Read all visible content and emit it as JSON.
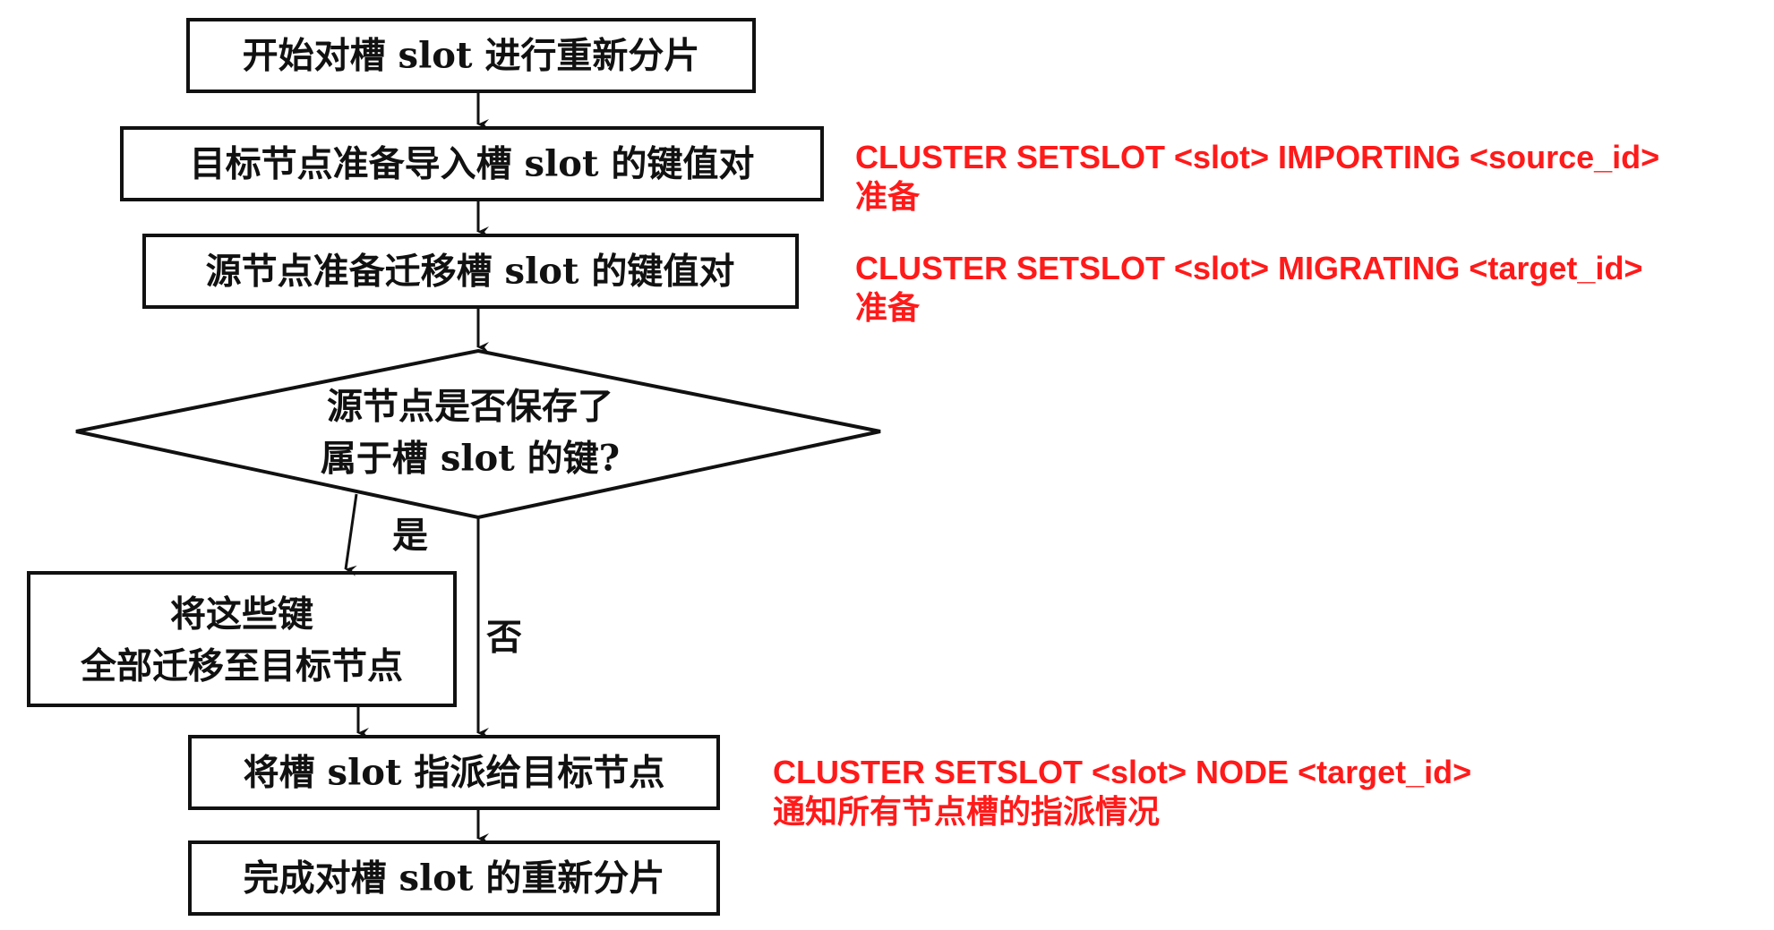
{
  "nodes": {
    "start": "开始对槽 slot 进行重新分片",
    "import": "目标节点准备导入槽 slot 的键值对",
    "migrate": "源节点准备迁移槽 slot 的键值对",
    "decision_line1": "源节点是否保存了",
    "decision_line2": "属于槽 slot 的键?",
    "move_line1": "将这些键",
    "move_line2": "全部迁移至目标节点",
    "assign": "将槽 slot 指派给目标节点",
    "done": "完成对槽 slot 的重新分片"
  },
  "edges": {
    "yes": "是",
    "no": "否"
  },
  "annotations": {
    "importing": {
      "command": "CLUSTER SETSLOT <slot> IMPORTING <source_id>",
      "note": "准备"
    },
    "migrating": {
      "command": "CLUSTER SETSLOT <slot> MIGRATING <target_id>",
      "note": "准备"
    },
    "node": {
      "command": "CLUSTER SETSLOT <slot> NODE <target_id>",
      "note": "通知所有节点槽的指派情况"
    }
  },
  "colors": {
    "annotation": "#ff1a1a",
    "stroke": "#111111"
  }
}
